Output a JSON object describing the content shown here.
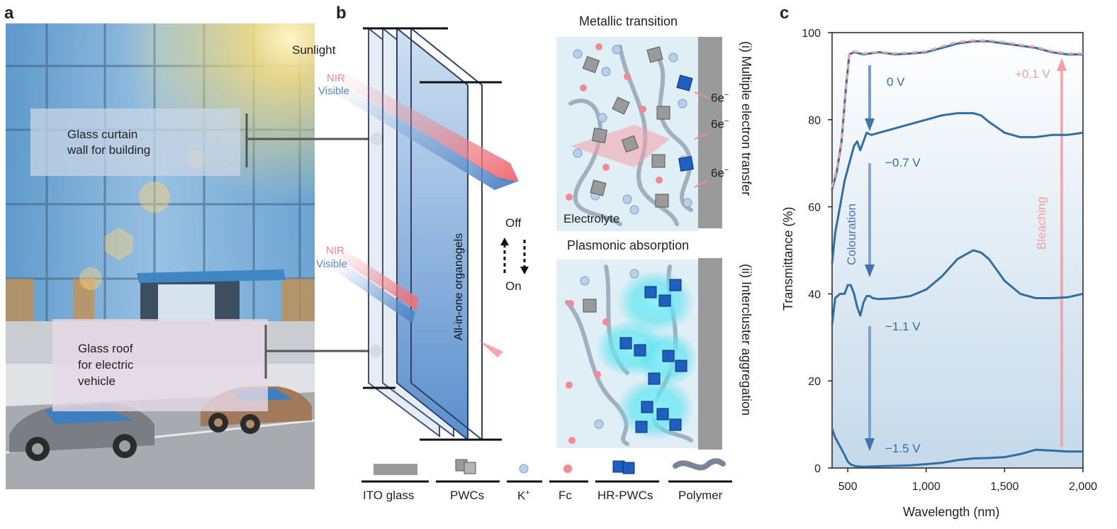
{
  "panel_a": {
    "label": "a",
    "sunlight": "Sunlight",
    "nir": "NIR",
    "visible": "Visible",
    "curtain_line1": "Glass curtain",
    "curtain_line2": "wall for building",
    "roof_line1": "Glass roof",
    "roof_line2": "for electric",
    "roof_line3": "vehicle"
  },
  "panel_b": {
    "label": "b",
    "organogel": "All-in-one organogels",
    "off": "Off",
    "on": "On",
    "metallic": "Metallic transition",
    "plasmonic": "Plasmonic absorption",
    "electrolyte": "Electrolyte",
    "electron": "6e",
    "electron_sup": "−",
    "mech1": "(i) Multiple electron transfer",
    "mech2": "(ii) Intercluster aggregation",
    "legend": [
      {
        "label": "ITO glass",
        "sup": ""
      },
      {
        "label": "PWCs",
        "sup": ""
      },
      {
        "label": "K",
        "sup": "+"
      },
      {
        "label": "Fc",
        "sup": ""
      },
      {
        "label": "HR-PWCs",
        "sup": ""
      },
      {
        "label": "Polymer",
        "sup": ""
      }
    ]
  },
  "panel_c": {
    "label": "c",
    "xlabel": "Wavelength (nm)",
    "ylabel": "Transmittance (%)",
    "xticks": [
      "500",
      "1,000",
      "1,500",
      "2,000"
    ],
    "yticks": [
      "0",
      "20",
      "40",
      "60",
      "80",
      "100"
    ],
    "colouration": "Colouration",
    "bleaching": "Bleaching",
    "annotations": [
      "0 V",
      "−0.7 V",
      "−1.1 V",
      "−1.5 V",
      "+0.1 V"
    ]
  },
  "chart_data": {
    "type": "line",
    "xlabel": "Wavelength (nm)",
    "ylabel": "Transmittance (%)",
    "xlim": [
      400,
      2000
    ],
    "ylim": [
      0,
      100
    ],
    "grid": false,
    "series": [
      {
        "name": "0 V",
        "color": "#2f6fa3",
        "x": [
          400,
          430,
          460,
          490,
          510,
          540,
          600,
          700,
          800,
          900,
          1000,
          1100,
          1200,
          1300,
          1400,
          1500,
          1600,
          1700,
          1800,
          1900,
          2000
        ],
        "y": [
          64,
          68,
          75,
          88,
          95,
          95.5,
          95,
          95.5,
          95,
          95.2,
          95.5,
          96.5,
          97.5,
          98,
          98,
          97.5,
          97,
          96.5,
          95.5,
          95,
          95
        ]
      },
      {
        "name": "−0.7 V",
        "color": "#2f6fa3",
        "x": [
          400,
          420,
          450,
          480,
          510,
          540,
          560,
          580,
          600,
          620,
          650,
          700,
          800,
          900,
          1000,
          1100,
          1200,
          1300,
          1350,
          1400,
          1500,
          1600,
          1700,
          1800,
          1900,
          2000
        ],
        "y": [
          47,
          54,
          60,
          66,
          70,
          74,
          75,
          73,
          75,
          77,
          76.5,
          77,
          78,
          79,
          80,
          81,
          81.5,
          81.5,
          81,
          79.5,
          77,
          76,
          76,
          76.5,
          76.5,
          77
        ]
      },
      {
        "name": "−1.1 V",
        "color": "#2f6fa3",
        "x": [
          400,
          420,
          450,
          480,
          500,
          520,
          540,
          560,
          580,
          600,
          620,
          640,
          660,
          700,
          800,
          900,
          1000,
          1100,
          1200,
          1300,
          1350,
          1400,
          1450,
          1500,
          1600,
          1700,
          1800,
          1900,
          2000
        ],
        "y": [
          33,
          39,
          40,
          40,
          42,
          42,
          40,
          37,
          35,
          38,
          39.5,
          39.5,
          39,
          38.8,
          39,
          39.5,
          41,
          44,
          48,
          50,
          49.5,
          48,
          45.5,
          43,
          40,
          39,
          39,
          39.2,
          40
        ]
      },
      {
        "name": "−1.5 V",
        "color": "#2f6fa3",
        "x": [
          400,
          420,
          450,
          480,
          500,
          520,
          550,
          600,
          700,
          800,
          900,
          1000,
          1100,
          1200,
          1300,
          1400,
          1500,
          1600,
          1700,
          1800,
          1900,
          2000
        ],
        "y": [
          9,
          7,
          5,
          3,
          1.5,
          0.8,
          0.4,
          0.3,
          0.4,
          0.5,
          0.6,
          0.9,
          1.2,
          1.8,
          2.2,
          2.3,
          2.5,
          3.2,
          4.2,
          4,
          3.8,
          3.8
        ]
      },
      {
        "name": "+0.1 V",
        "color": "#f0a0a5",
        "x": [
          400,
          430,
          460,
          490,
          510,
          540,
          600,
          700,
          800,
          900,
          1000,
          1100,
          1200,
          1300,
          1400,
          1500,
          1600,
          1700,
          1800,
          1900,
          2000
        ],
        "y": [
          64.5,
          68.5,
          75.5,
          88.5,
          95.3,
          95.7,
          95.2,
          95.6,
          95.2,
          95.4,
          95.7,
          96.8,
          97.8,
          98.2,
          98.2,
          97.8,
          97.2,
          96.7,
          95.7,
          95.2,
          95.2
        ]
      }
    ]
  },
  "colors": {
    "line": "#2f6fa3",
    "bleach": "#f0a0a5",
    "nir": "#e58a90",
    "visible": "#5a87c0",
    "ito": "#9a9a9a"
  }
}
